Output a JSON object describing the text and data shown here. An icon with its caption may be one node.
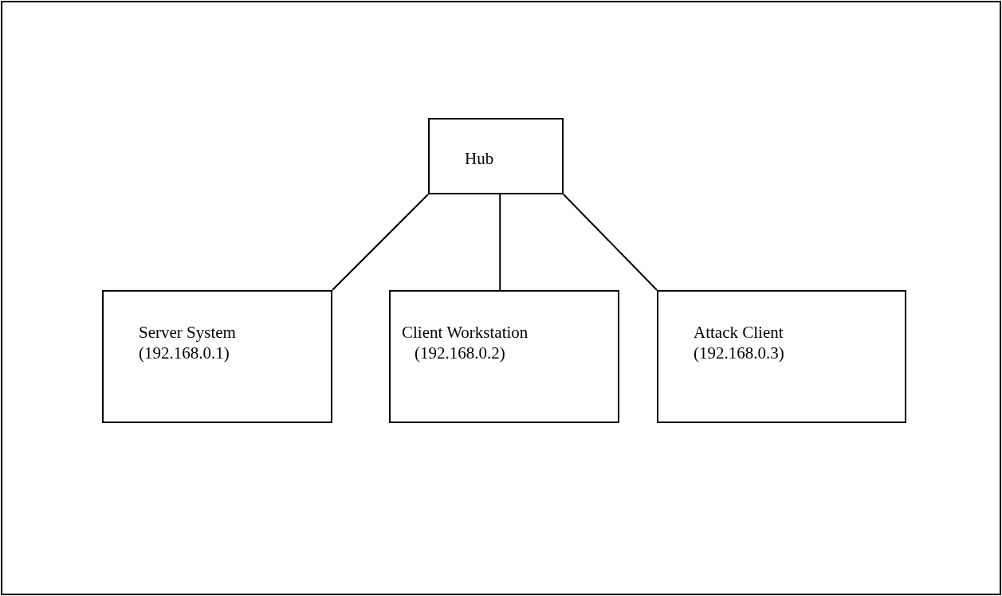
{
  "diagram": {
    "nodes": [
      {
        "text": [
          "Hub"
        ]
      },
      {
        "text": [
          "Server System",
          "(192.168.0.1)"
        ]
      },
      {
        "text": [
          "Client Workstation",
          "(192.168.0.2)"
        ]
      },
      {
        "text": [
          "Attack Client",
          "(192.168.0.3)"
        ]
      }
    ],
    "edges": [
      {
        "from": 0,
        "to": 1,
        "arrow": "none"
      },
      {
        "from": 0,
        "to": 2,
        "arrow": "none"
      },
      {
        "from": 0,
        "to": 3,
        "arrow": "none"
      }
    ]
  }
}
